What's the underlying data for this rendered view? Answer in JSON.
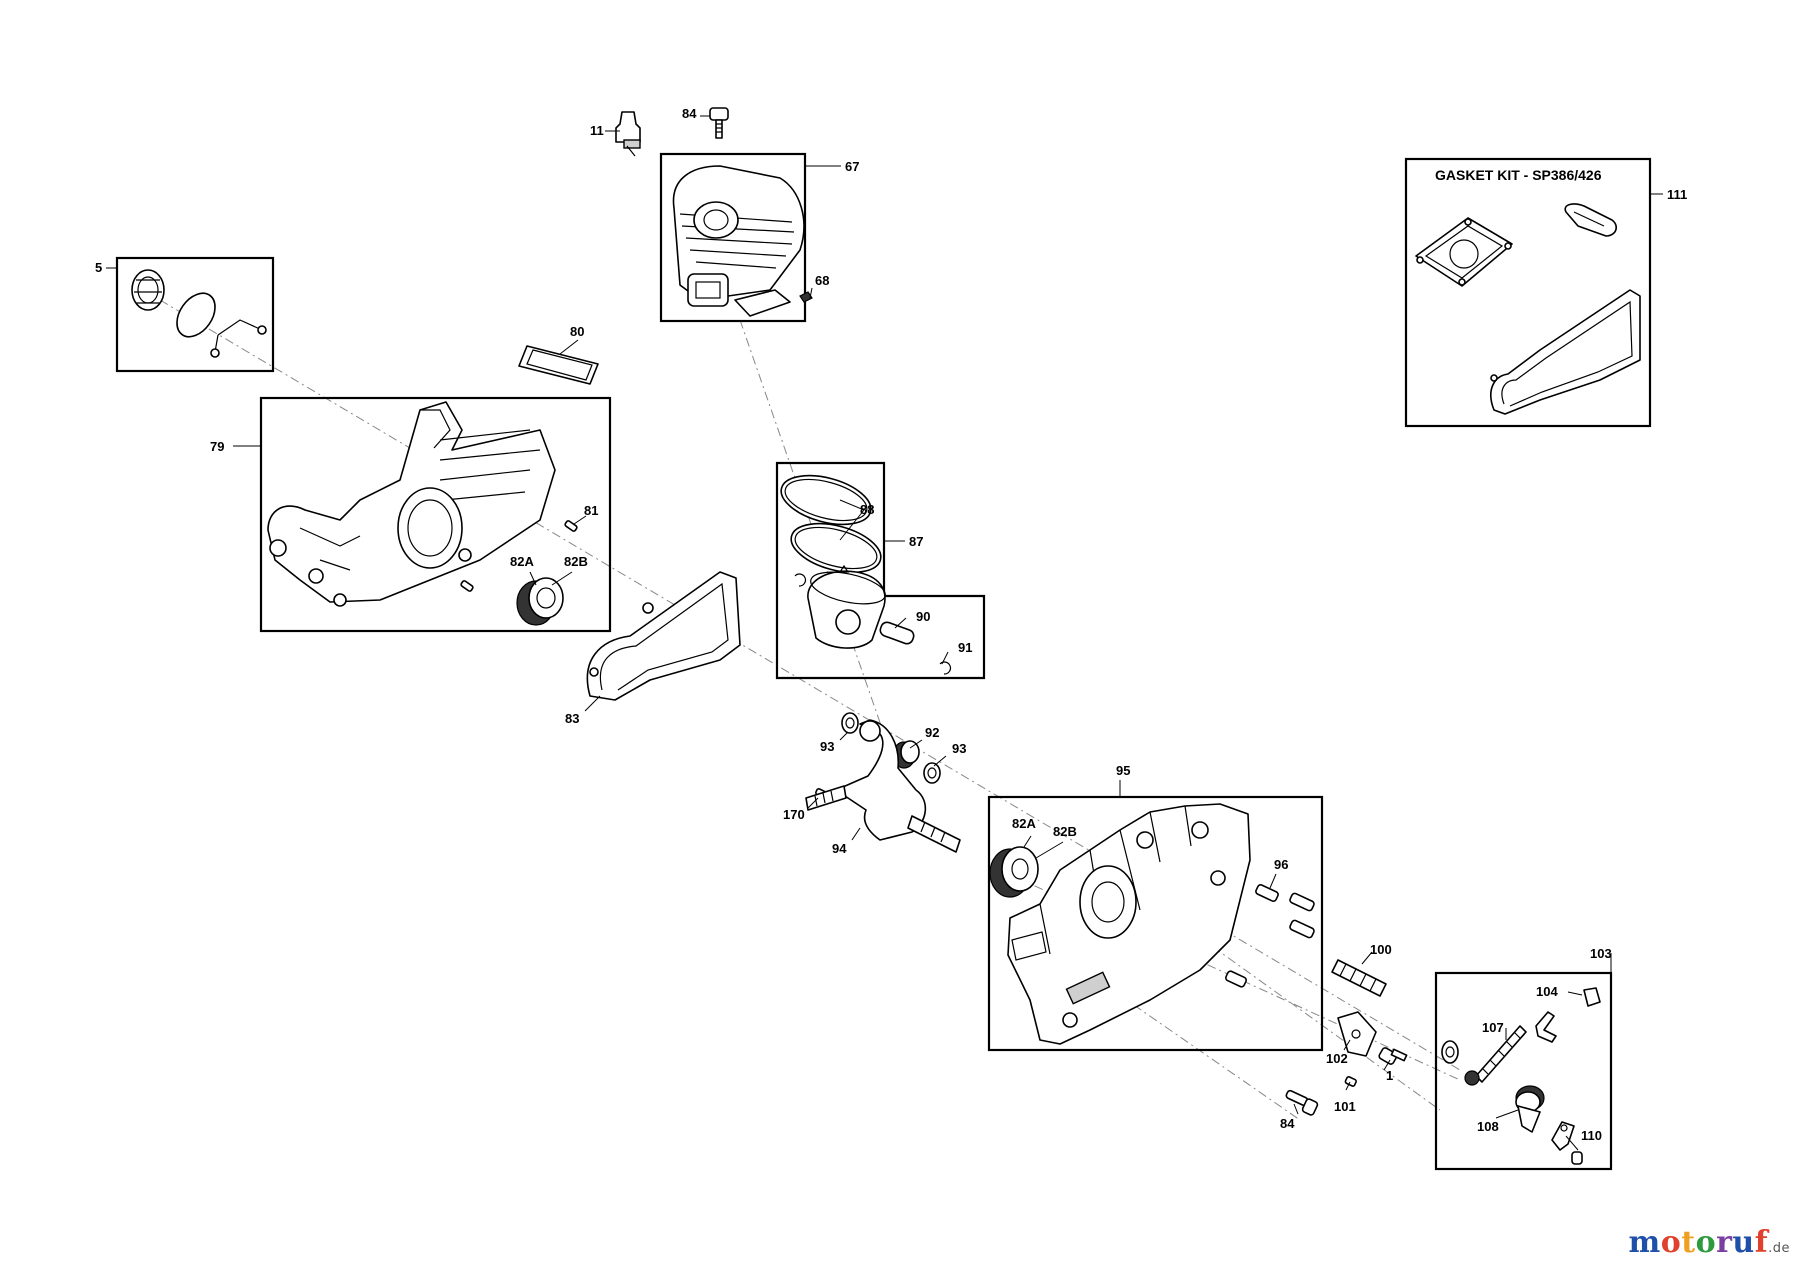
{
  "kit": {
    "title": "GASKET KIT - SP386/426"
  },
  "labels": {
    "l5": "5",
    "l11": "11",
    "l84a": "84",
    "l67": "67",
    "l68": "68",
    "l80": "80",
    "l79": "79",
    "l81": "81",
    "l82a1": "82A",
    "l82b1": "82B",
    "l83": "83",
    "l88": "88",
    "l87": "87",
    "l90": "90",
    "l91": "91",
    "l92": "92",
    "l93a": "93",
    "l93b": "93",
    "l170": "170",
    "l94": "94",
    "l95": "95",
    "l82a2": "82A",
    "l82b2": "82B",
    "l96": "96",
    "l100": "100",
    "l102": "102",
    "l1": "1",
    "l101": "101",
    "l84b": "84",
    "l111": "111",
    "l103": "103",
    "l104": "104",
    "l107": "107",
    "l108": "108",
    "l110": "110"
  },
  "logo": {
    "main": "motoruf",
    "suffix": ".de",
    "colors": [
      "#1f4fa8",
      "#e0402c",
      "#f0a020",
      "#2e9a3e",
      "#7b3fa0",
      "#1f4fa8",
      "#e0402c"
    ]
  }
}
